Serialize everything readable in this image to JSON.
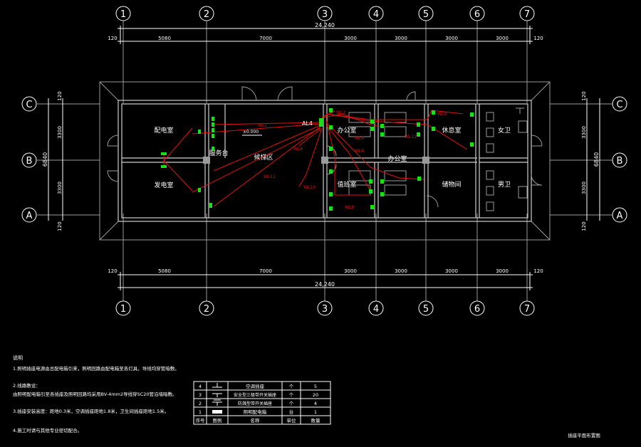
{
  "axes_x": {
    "labels": [
      "1",
      "2",
      "3",
      "4",
      "5",
      "6",
      "7"
    ],
    "top_dims": [
      "5080",
      "7000",
      "3000",
      "3000",
      "3000",
      "3000"
    ],
    "edge_dim": "120",
    "total": "24,240"
  },
  "axes_y": {
    "labels": [
      "C",
      "B",
      "A"
    ],
    "dims": [
      "3300",
      "3300"
    ],
    "total": "6840",
    "edge_dim": "120"
  },
  "rooms": {
    "power": "配电室",
    "generator": "发电室",
    "restroom": "休息室",
    "office": "办公室",
    "office_main": "办公室",
    "duty": "值班室",
    "storage": "储物间",
    "toilet_f": "女卫",
    "toilet_m": "男卫",
    "lobby": "候梯区",
    "counter": "服务台",
    "elev": "±0.000"
  },
  "circuit_labels": {
    "panel": "AL4",
    "wl1": "WL1",
    "wl2": "WL2",
    "wl4": "WL4",
    "wl5": "WL5",
    "wl6": "WL6",
    "wl8": "WL8",
    "wl9": "WL9",
    "wl10": "WL10",
    "wl11": "WL11",
    "wl12": "WL12"
  },
  "notes": {
    "title": "说明",
    "lines": [
      "1.照明插座电源由总配电箱引来，照明回路由配电箱至各灯具，导线均穿管暗敷。",
      "2.线路敷设：",
      "由照明配电箱引至各插座及照明回路均采用BV-4mm2导线穿SC20管沿墙暗敷。",
      "3.插座安装高度：距地0.3米，空调插座距地1.8米，卫生间插座距地1.5米。",
      "4.施工时请与其他专业密切配合。"
    ]
  },
  "legend": {
    "header": {
      "no": "序号",
      "symbol": "图例",
      "name": "名称",
      "unit": "单位",
      "qty": "数量"
    },
    "rows": [
      {
        "no": "4",
        "name": "空调插座",
        "unit": "个",
        "qty": "5"
      },
      {
        "no": "3",
        "name": "安全型三极带开关插座",
        "unit": "个",
        "qty": "20"
      },
      {
        "no": "2",
        "name": "防溅型带开关插座",
        "unit": "个",
        "qty": "4"
      },
      {
        "no": "1",
        "name": "照明配电箱",
        "unit": "台",
        "qty": "1"
      }
    ]
  },
  "sheet_title": "插座平面布置图"
}
